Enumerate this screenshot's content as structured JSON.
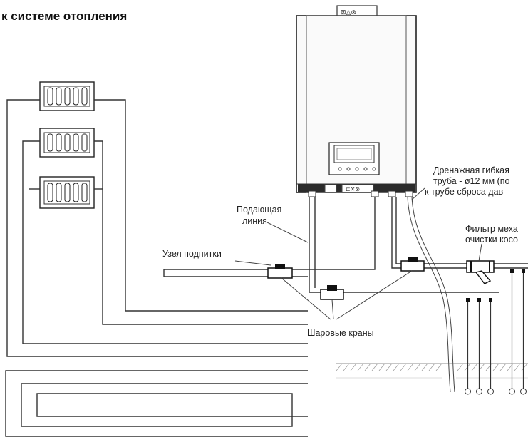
{
  "title": "к системе отопления",
  "labels": {
    "supply_line": [
      "Подающая",
      "линия"
    ],
    "makeup_node": "Узел подпитки",
    "drain_hose": [
      "Дренажная гибкая",
      "труба - ø12 мм (по",
      "к трубе сброса дав"
    ],
    "filter": [
      "Фильтр меха",
      "очистки косо"
    ],
    "ball_valves": "Шаровые краны"
  }
}
